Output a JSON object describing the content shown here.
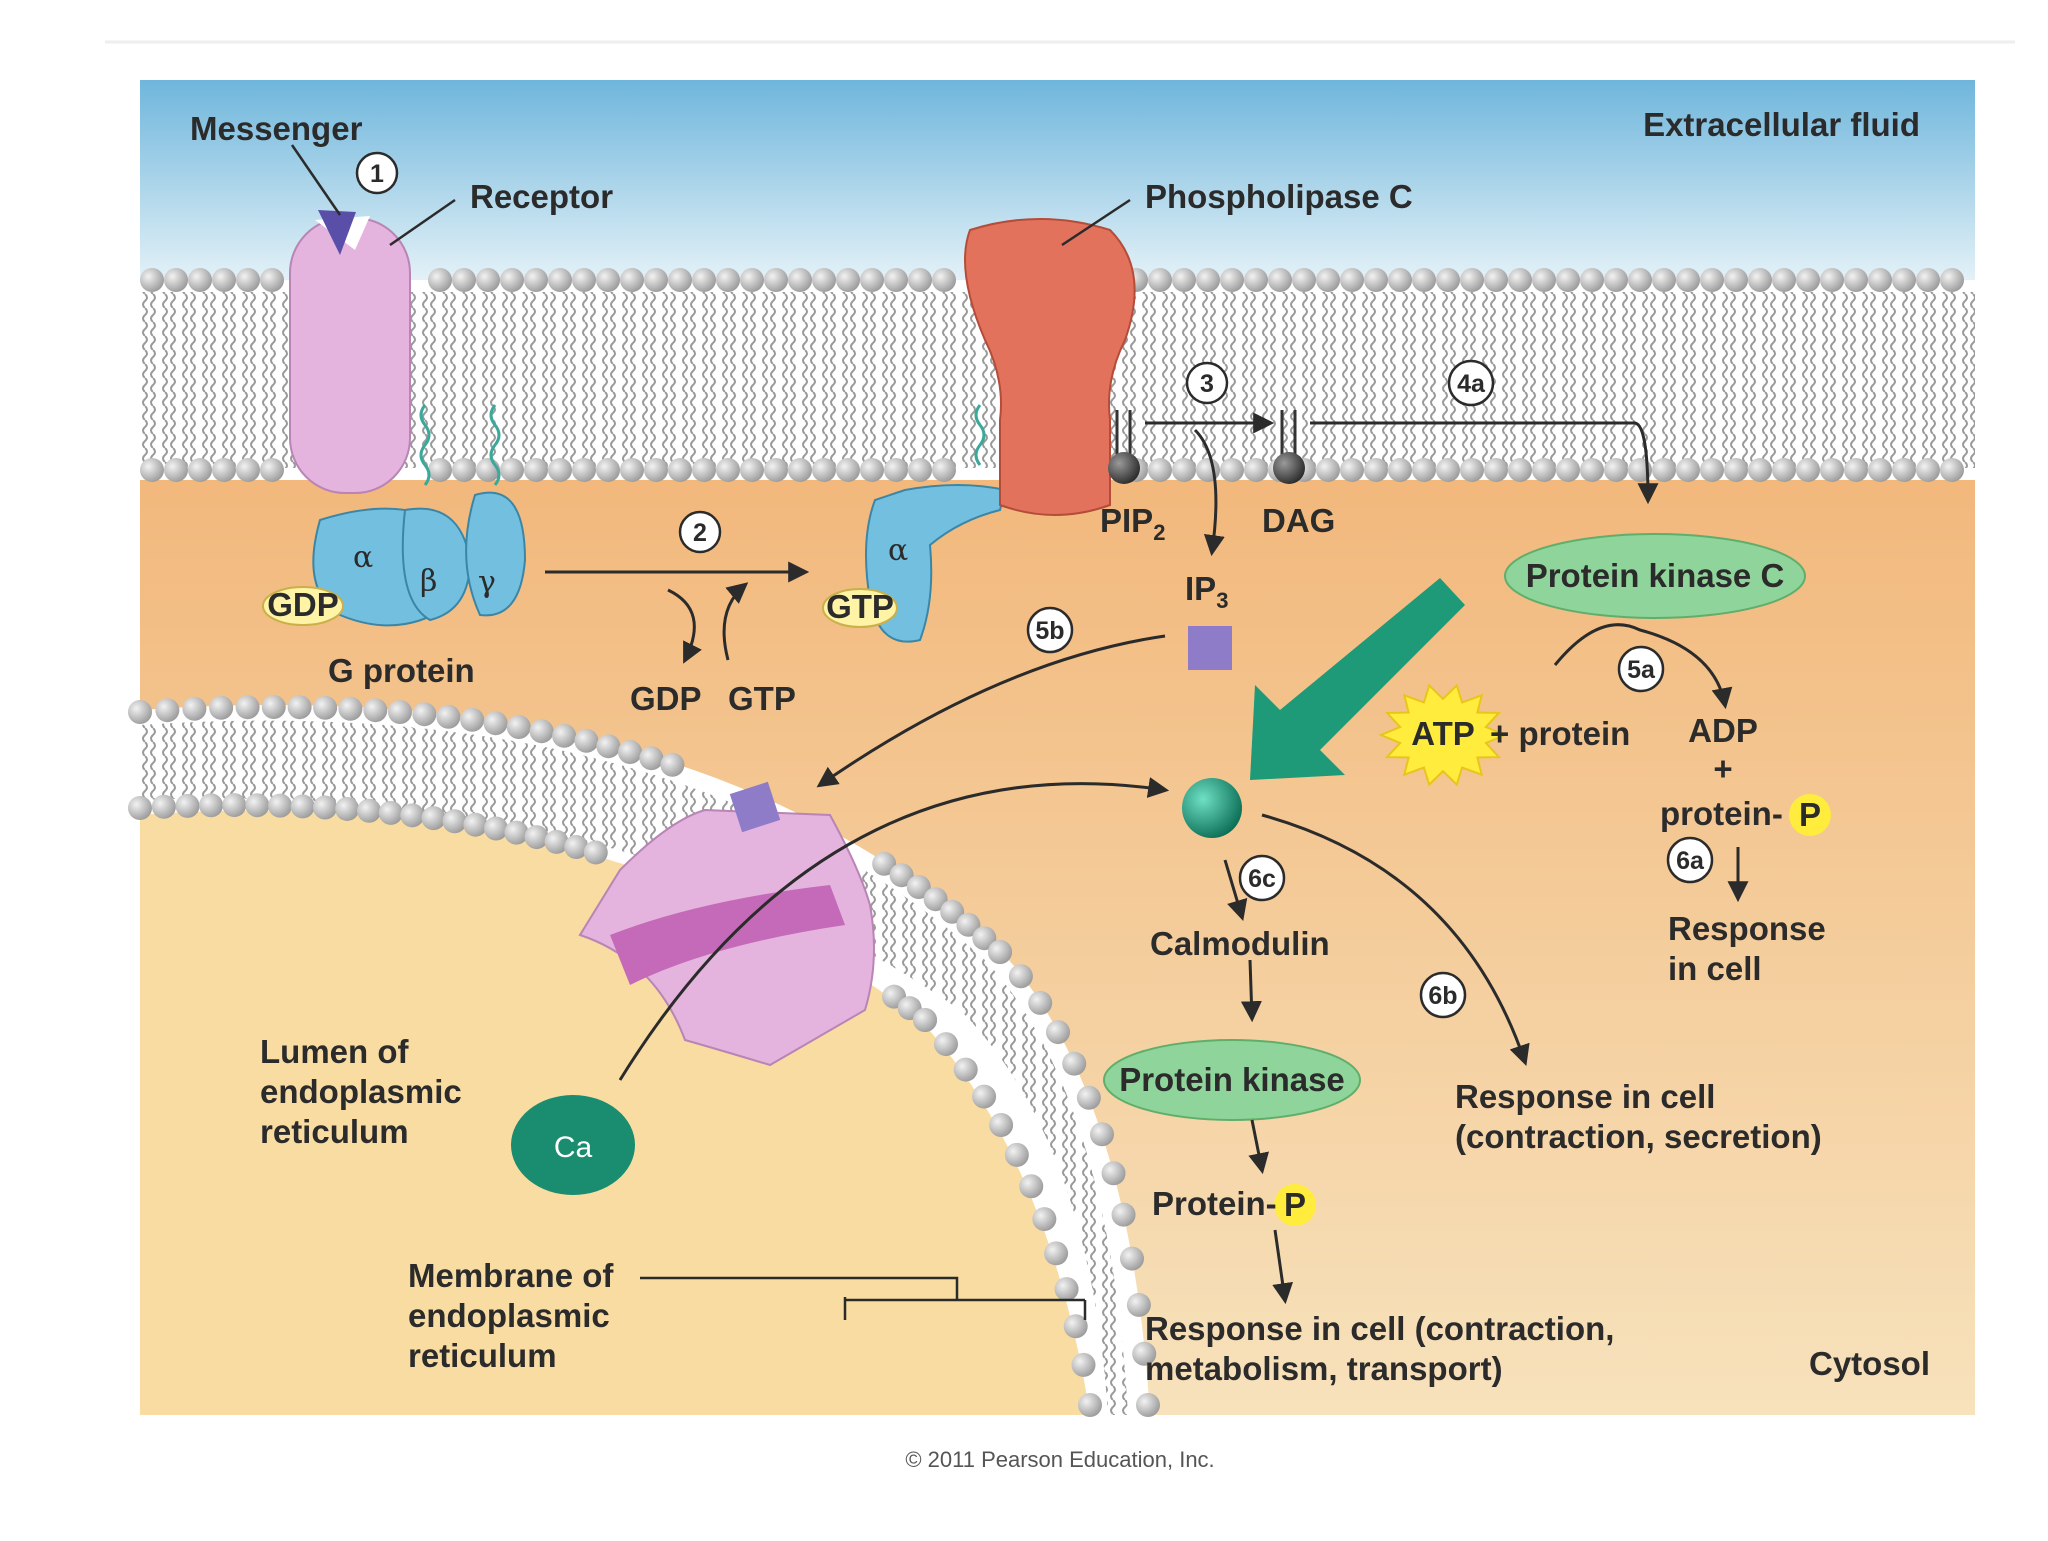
{
  "labels": {
    "messenger": "Messenger",
    "receptor": "Receptor",
    "phospholipase_c": "Phospholipase C",
    "extracellular_fluid": "Extracellular fluid",
    "g_protein": "G protein",
    "gdp": "GDP",
    "gtp": "GTP",
    "alpha": "α",
    "beta": "β",
    "gamma": "γ",
    "pip2": "PIP",
    "pip2_sub": "2",
    "dag": "DAG",
    "ip3": "IP",
    "ip3_sub": "3",
    "protein_kinase_c": "Protein kinase C",
    "atp": "ATP",
    "plus_protein": "+ protein",
    "adp": "ADP",
    "plus": "+",
    "protein_dash": "protein-",
    "p": "P",
    "response_in": "Response",
    "in_cell": "in cell",
    "calmodulin": "Calmodulin",
    "protein_kinase": "Protein kinase",
    "protein_p": "Protein-",
    "response_6b_line1": "Response in cell",
    "response_6b_line2": "(contraction, secretion)",
    "response_final_line1": "Response in cell (contraction,",
    "response_final_line2": "metabolism, transport)",
    "cytosol": "Cytosol",
    "lumen_line1": "Lumen of",
    "lumen_line2": "endoplasmic",
    "lumen_line3": "reticulum",
    "er_membrane_line1": "Membrane of",
    "er_membrane_line2": "endoplasmic",
    "er_membrane_line3": "reticulum",
    "ca": "Ca",
    "copyright": "© 2011 Pearson Education, Inc."
  },
  "steps": {
    "s1": "1",
    "s2": "2",
    "s3": "3",
    "s4a": "4a",
    "s5a": "5a",
    "s5b": "5b",
    "s6a": "6a",
    "s6b": "6b",
    "s6c": "6c"
  },
  "colors": {
    "extracellular_top": "#6fb6dc",
    "extracellular_bottom": "#e3f1f7",
    "cytosol_top": "#f2b87c",
    "cytosol_bottom": "#f7e0b6",
    "lumen": "#fbe6a6",
    "lipid_head": "#b8b8b8",
    "receptor": "#e4b3de",
    "g_protein": "#72bfe0",
    "phospholipase_c": "#e3725c",
    "kinase_green": "#8fd49a",
    "ca_ion": "#1a8c6f",
    "big_arrow": "#1e9a78",
    "atp_burst": "#ffec3c",
    "ip3_square": "#8e7cc9"
  }
}
